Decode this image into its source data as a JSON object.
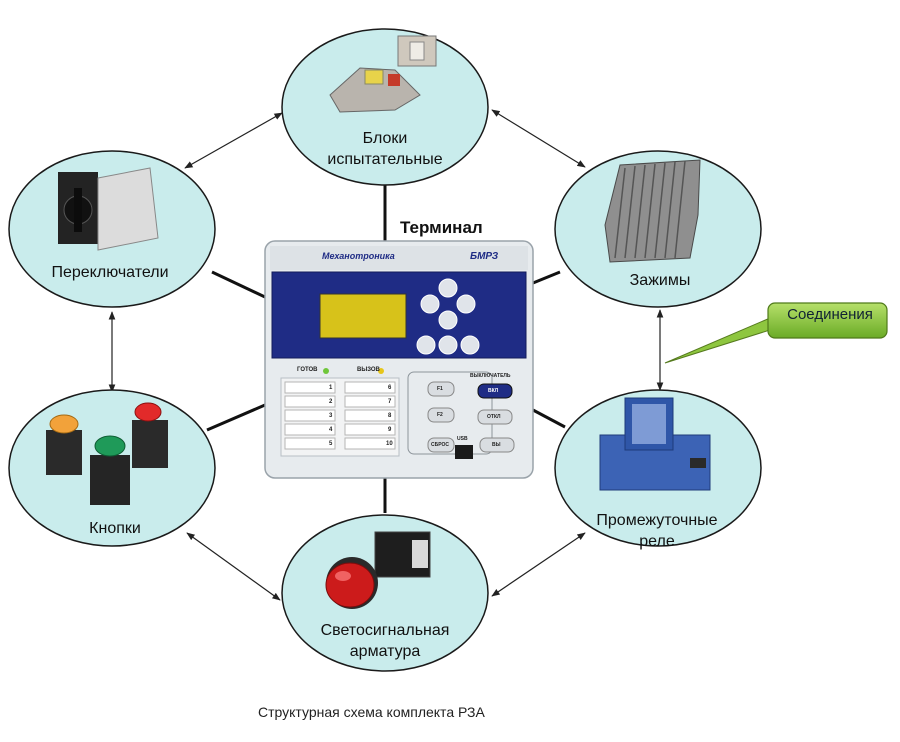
{
  "diagram": {
    "center": {
      "title": "Терминал",
      "brand": "Механотроника",
      "model": "БМРЗ",
      "status_ready": "ГОТОВ",
      "status_output": "ВЫЗОВ",
      "breaker_label": "ВЫКЛЮЧАТЕЛЬ",
      "usb_label": "USB",
      "buttons": [
        "F1",
        "F2",
        "СБРОС",
        "ВКЛ",
        "ОТКЛ",
        "ВЫ"
      ],
      "led_numbers_left": [
        "1",
        "2",
        "3",
        "4",
        "5"
      ],
      "led_numbers_right": [
        "6",
        "7",
        "8",
        "9",
        "10"
      ]
    },
    "nodes": [
      {
        "id": "test-blocks",
        "lines": [
          "Блоки",
          "испытательные"
        ],
        "icon": "test-block-image"
      },
      {
        "id": "clamps",
        "lines": [
          "Зажимы"
        ],
        "icon": "terminal-block-image"
      },
      {
        "id": "relays",
        "lines": [
          "Промежуточные",
          "реле"
        ],
        "icon": "relay-image"
      },
      {
        "id": "signal-fittings",
        "lines": [
          "Светосигнальная",
          "арматура"
        ],
        "icon": "signal-lamp-image"
      },
      {
        "id": "buttons",
        "lines": [
          "Кнопки"
        ],
        "icon": "push-buttons-image"
      },
      {
        "id": "switches",
        "lines": [
          "Переключатели"
        ],
        "icon": "rotary-switch-image"
      }
    ],
    "callout": "Соединения",
    "caption": "Структурная схема комплекта РЗА",
    "colors": {
      "node_fill": "#c9ecec",
      "node_stroke": "#1a1a1a",
      "callout_fill": "#8ec63f",
      "panel_blue": "#1f2c85",
      "panel_body": "#e7ebee"
    }
  }
}
